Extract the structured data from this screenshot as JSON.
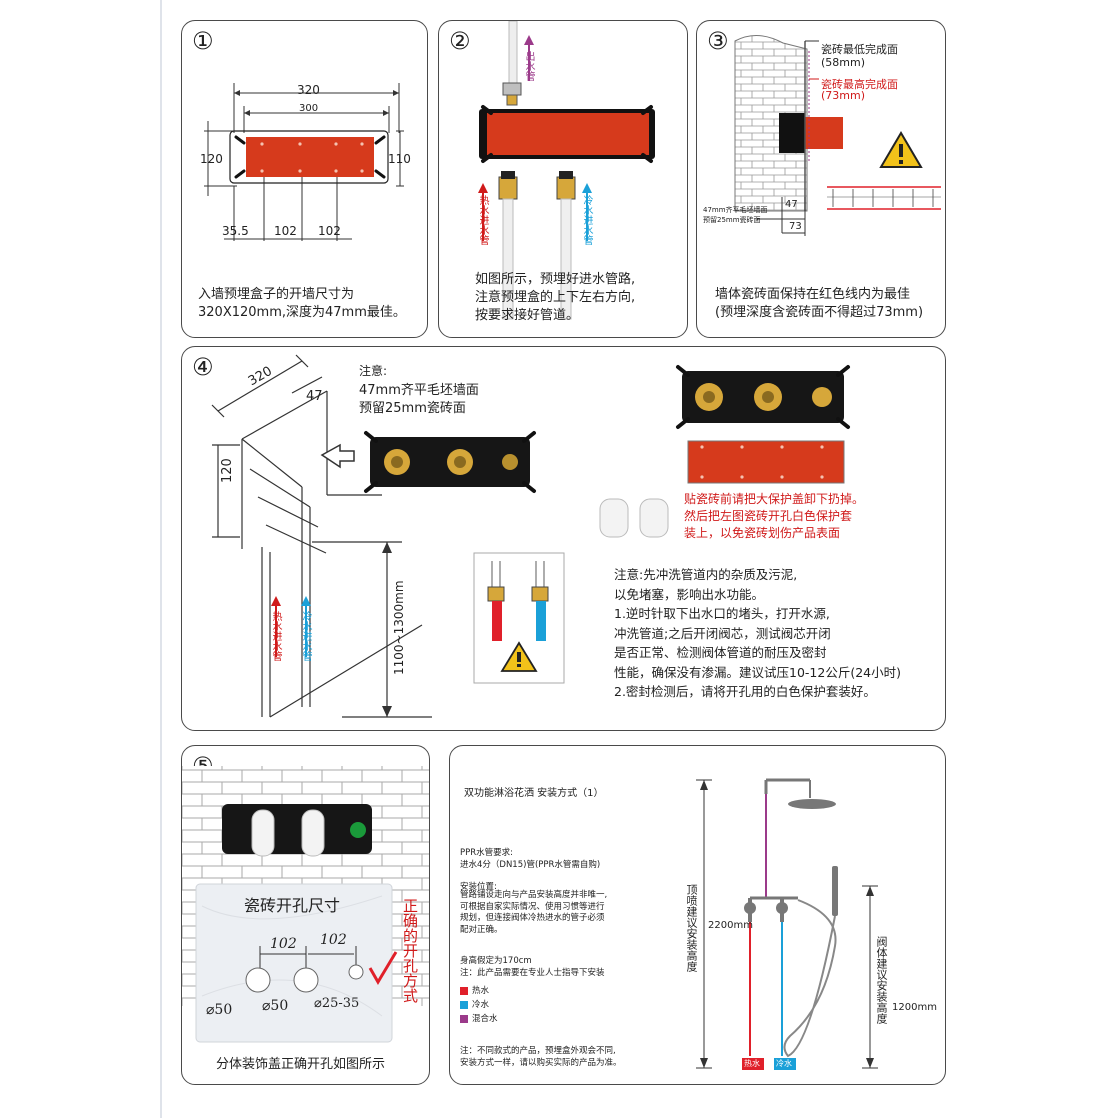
{
  "p1": {
    "num": "①",
    "dims": {
      "w320": "320",
      "w300": "300",
      "h120": "120",
      "h110": "110",
      "d35": "35.5",
      "d102a": "102",
      "d102b": "102"
    },
    "caption": "入墙预埋盒子的开墙尺寸为\n320X120mm,深度为47mm最佳。"
  },
  "p2": {
    "num": "②",
    "out_label": "出水管",
    "hot_label": "热水进水管",
    "cold_label": "冷水进水管",
    "caption": "如图所示，预埋好进水管路,\n注意预埋盒的上下左右方向,\n按要求接好管道。"
  },
  "p3": {
    "num": "③",
    "min_label": "瓷砖最低完成面",
    "min_val": "(58mm)",
    "max_label": "瓷砖最高完成面",
    "max_val": "(73mm)",
    "note1": "47mm齐平毛坯墙面",
    "note2": "预留25mm瓷砖面",
    "d47": "47",
    "d73": "73",
    "caption": "墙体瓷砖面保持在红色线内为最佳\n(预埋深度含瓷砖面不得超过73mm)"
  },
  "p4": {
    "num": "④",
    "d320": "320",
    "d47": "47",
    "d120": "120",
    "h_range": "1100~1300mm",
    "note_title": "注意:",
    "note_l1": "47mm齐平毛坯墙面",
    "note_l2": "预留25mm瓷砖面",
    "hot_label": "热水进水管",
    "cold_label": "冷水进水管",
    "red_note": "贴瓷砖前请把大保护盖卸下扔掉。\n然后把左图瓷砖开孔白色保护套\n装上，以免瓷砖划伤产品表面",
    "instructions": "注意:先冲洗管道内的杂质及污泥,\n以免堵塞，影响出水功能。\n1.逆时针取下出水口的堵头，打开水源,\n冲洗管道;之后开闭阀芯，测试阀芯开闭\n是否正常、检测阀体管道的耐压及密封\n性能，确保没有渗漏。建议试压10-12公斤(24小时)\n2.密封检测后，请将开孔用的白色保护套装好。"
  },
  "p5": {
    "num": "⑤",
    "card_title": "瓷砖开孔尺寸",
    "d102a": "102",
    "d102b": "102",
    "h1": "⌀50",
    "h2": "⌀50",
    "h3": "⌀25-35",
    "correct": "正确的开孔方式",
    "caption": "分体装饰盖正确开孔如图所示"
  },
  "p6": {
    "title": "双功能淋浴花洒 安装方式（1）",
    "ppr_title": "PPR水管要求:",
    "ppr_body": "进水4分（DN15)管(PPR水管需自购)",
    "pos_title": "安装位置:",
    "pos_body": "管路铺设走向与产品安装高度并非唯一,\n可根据自家实际情况、使用习惯等进行\n规划，但连接阀体冷热进水的管子必须\n配对正确。",
    "height_note": "身高假定为170cm",
    "pro_note": "注：此产品需要在专业人士指导下安装",
    "legend": [
      {
        "label": "热水",
        "color": "#e0202a"
      },
      {
        "label": "冷水",
        "color": "#1aa0d8"
      },
      {
        "label": "混合水",
        "color": "#9b3a8a"
      }
    ],
    "footnote": "注：不同款式的产品，预埋盒外观会不同,\n安装方式一样，请以购买实际的产品为准。",
    "top_label": "顶喷建议安装高度",
    "top_val": "2200mm",
    "valve_label": "阀体建议安装高度",
    "valve_val": "1200mm",
    "tag_hot": "热水",
    "tag_cold": "冷水"
  }
}
